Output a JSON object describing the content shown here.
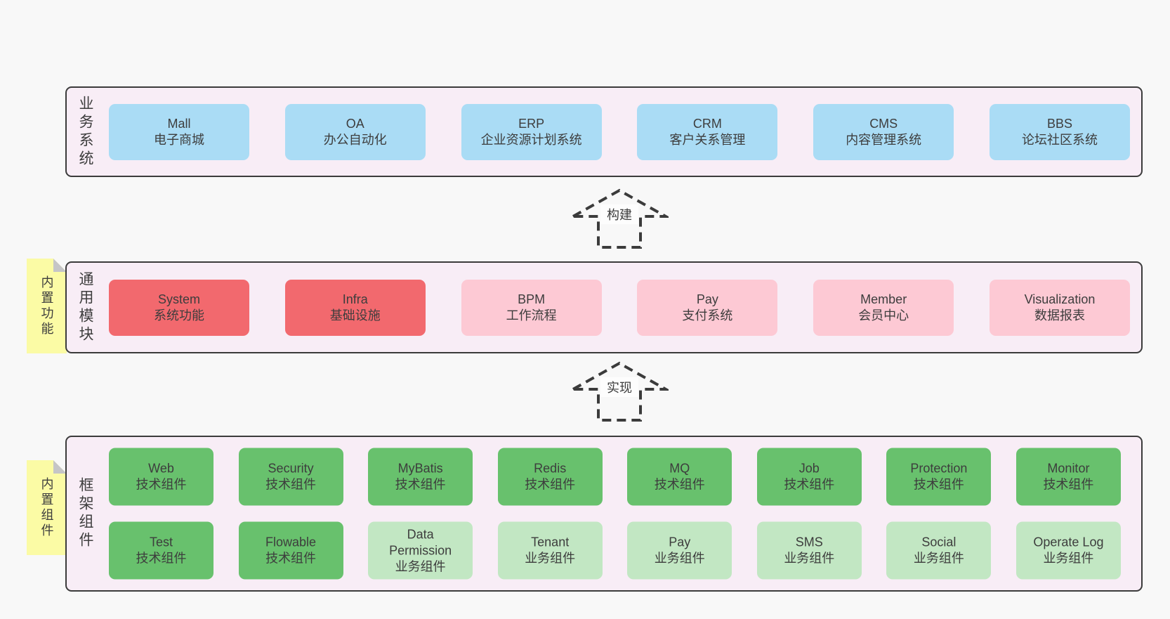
{
  "colors": {
    "page-bg": "#f8f8f8",
    "band-bg": "#f8edf6",
    "band-border": "#3b3b3b",
    "box-blue": "#aadcf5",
    "box-red": "#f2696e",
    "box-pink": "#fdc9d4",
    "box-green": "#68c16d",
    "box-green-light": "#c2e7c3",
    "sticky-yellow": "#fbfba5",
    "sticky-fold": "#c5c5c7",
    "arrow": "#3b3b3b",
    "arrow-label-bg": "#fdfdfd",
    "text": "#3d3d3d"
  },
  "arrows": [
    {
      "label": "构建"
    },
    {
      "label": "实现"
    }
  ],
  "bands": {
    "business": {
      "label": "业务系统",
      "boxes": [
        {
          "en": "Mall",
          "zh": "电子商城",
          "variant": "blue"
        },
        {
          "en": "OA",
          "zh": "办公自动化",
          "variant": "blue"
        },
        {
          "en": "ERP",
          "zh": "企业资源计划系统",
          "variant": "blue"
        },
        {
          "en": "CRM",
          "zh": "客户关系管理",
          "variant": "blue"
        },
        {
          "en": "CMS",
          "zh": "内容管理系统",
          "variant": "blue"
        },
        {
          "en": "BBS",
          "zh": "论坛社区系统",
          "variant": "blue"
        }
      ]
    },
    "modules": {
      "label": "通用模块",
      "sticky": "内置功能",
      "boxes": [
        {
          "en": "System",
          "zh": "系统功能",
          "variant": "red"
        },
        {
          "en": "Infra",
          "zh": "基础设施",
          "variant": "red"
        },
        {
          "en": "BPM",
          "zh": "工作流程",
          "variant": "pink"
        },
        {
          "en": "Pay",
          "zh": "支付系统",
          "variant": "pink"
        },
        {
          "en": "Member",
          "zh": "会员中心",
          "variant": "pink"
        },
        {
          "en": "Visualization",
          "zh": "数据报表",
          "variant": "pink"
        }
      ]
    },
    "framework": {
      "label": "框架组件",
      "sticky": "内置组件",
      "row1": [
        {
          "en": "Web",
          "zh": "技术组件",
          "variant": "green"
        },
        {
          "en": "Security",
          "zh": "技术组件",
          "variant": "green"
        },
        {
          "en": "MyBatis",
          "zh": "技术组件",
          "variant": "green"
        },
        {
          "en": "Redis",
          "zh": "技术组件",
          "variant": "green"
        },
        {
          "en": "MQ",
          "zh": "技术组件",
          "variant": "green"
        },
        {
          "en": "Job",
          "zh": "技术组件",
          "variant": "green"
        },
        {
          "en": "Protection",
          "zh": "技术组件",
          "variant": "green"
        },
        {
          "en": "Monitor",
          "zh": "技术组件",
          "variant": "green"
        }
      ],
      "row2": [
        {
          "en": "Test",
          "zh": "技术组件",
          "variant": "green"
        },
        {
          "en": "Flowable",
          "zh": "技术组件",
          "variant": "green"
        },
        {
          "en": "Data Permission",
          "zh": "业务组件",
          "variant": "green-light"
        },
        {
          "en": "Tenant",
          "zh": "业务组件",
          "variant": "green-light"
        },
        {
          "en": "Pay",
          "zh": "业务组件",
          "variant": "green-light"
        },
        {
          "en": "SMS",
          "zh": "业务组件",
          "variant": "green-light"
        },
        {
          "en": "Social",
          "zh": "业务组件",
          "variant": "green-light"
        },
        {
          "en": "Operate Log",
          "zh": "业务组件",
          "variant": "green-light"
        }
      ]
    }
  }
}
